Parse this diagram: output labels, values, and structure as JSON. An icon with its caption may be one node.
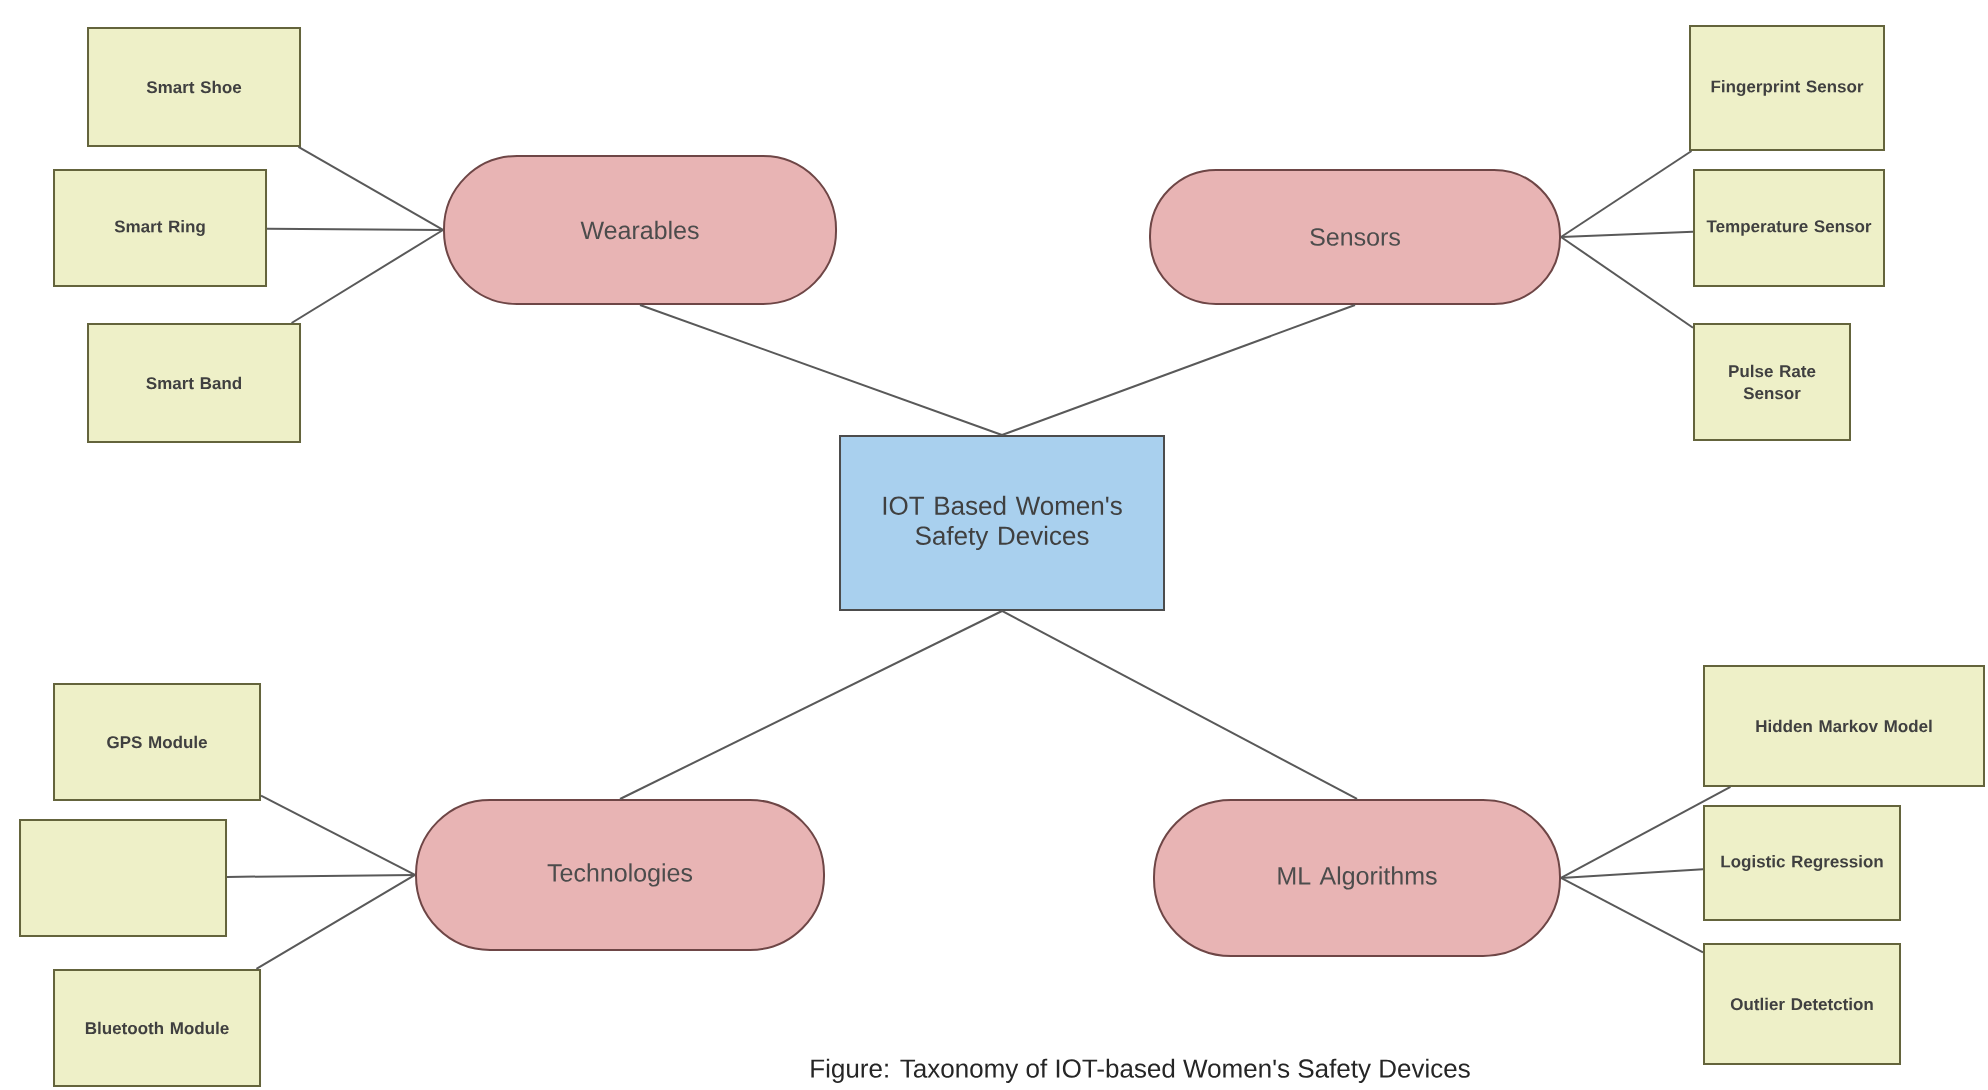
{
  "diagram": {
    "caption": "Figure: Taxonomy of IOT-based Women's Safety Devices",
    "nodes": [
      {
        "text": [
          "IOT Based Women's Safety Devices"
        ]
      },
      {
        "text": [
          "Wearables"
        ]
      },
      {
        "text": [
          "Smart Shoe"
        ]
      },
      {
        "text": [
          "Smart Ring"
        ]
      },
      {
        "text": [
          "Smart Band"
        ]
      },
      {
        "text": [
          "Sensors"
        ]
      },
      {
        "text": [
          "Fingerprint Sensor"
        ]
      },
      {
        "text": [
          "Temperature Sensor"
        ]
      },
      {
        "text": [
          "Pulse Rate Sensor"
        ]
      },
      {
        "text": [
          "Technologies"
        ]
      },
      {
        "text": [
          "GPS Module"
        ]
      },
      {
        "text": [],
        "shape": "box"
      },
      {
        "text": [
          "Bluetooth Module"
        ]
      },
      {
        "text": [
          "ML Algorithms"
        ]
      },
      {
        "text": [
          "Hidden Markov Model"
        ]
      },
      {
        "text": [
          "Logistic Regression"
        ]
      },
      {
        "text": [
          "Outlier Detetction"
        ]
      }
    ],
    "edges": [
      {
        "from": 0,
        "to": 1,
        "arrow": "none"
      },
      {
        "from": 1,
        "to": 2,
        "arrow": "none"
      },
      {
        "from": 1,
        "to": 3,
        "arrow": "none"
      },
      {
        "from": 1,
        "to": 4,
        "arrow": "none"
      },
      {
        "from": 0,
        "to": 5,
        "arrow": "none"
      },
      {
        "from": 5,
        "to": 6,
        "arrow": "none"
      },
      {
        "from": 5,
        "to": 7,
        "arrow": "none"
      },
      {
        "from": 5,
        "to": 8,
        "arrow": "none"
      },
      {
        "from": 0,
        "to": 9,
        "arrow": "none"
      },
      {
        "from": 9,
        "to": 10,
        "arrow": "none"
      },
      {
        "from": 9,
        "to": 11,
        "arrow": "none"
      },
      {
        "from": 9,
        "to": 12,
        "arrow": "none"
      },
      {
        "from": 0,
        "to": 13,
        "arrow": "none"
      },
      {
        "from": 13,
        "to": 14,
        "arrow": "none"
      },
      {
        "from": 13,
        "to": 15,
        "arrow": "none"
      },
      {
        "from": 13,
        "to": 16,
        "arrow": "none"
      }
    ]
  }
}
